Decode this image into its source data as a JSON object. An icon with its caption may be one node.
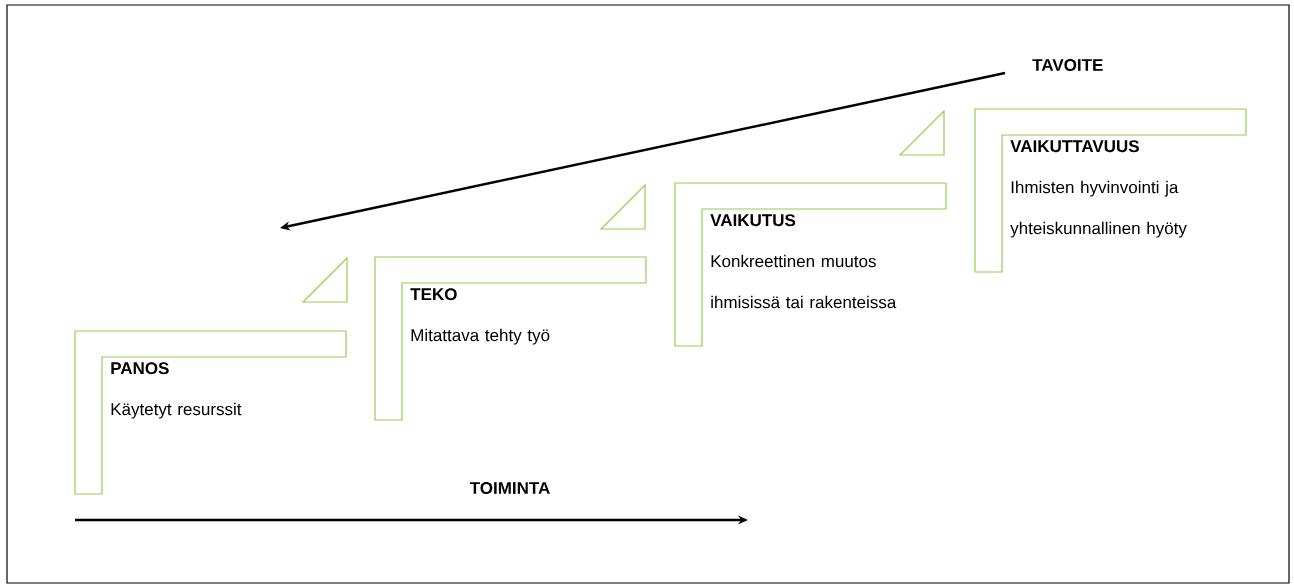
{
  "diagram": {
    "nodes": [
      {
        "text": [
          "PANOS",
          "Käytetyt resurssit"
        ]
      },
      {
        "text": [
          "TEKO",
          "Mitattava tehty työ"
        ]
      },
      {
        "text": [
          "VAIKUTUS",
          "Konkreettinen muutos ihmisissä tai rakenteissa"
        ]
      },
      {
        "text": [
          "VAIKUTTAVUUS",
          "Ihmisten hyvinvointi ja yhteiskunnallinen hyöty"
        ]
      }
    ],
    "labels": [
      "TAVOITE",
      "TOIMINTA"
    ]
  }
}
